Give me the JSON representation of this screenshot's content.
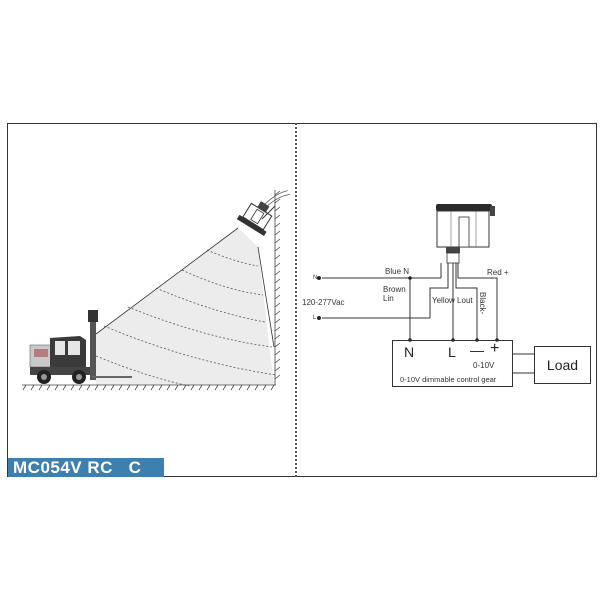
{
  "model_tag": "MC054V RC   C",
  "colors": {
    "tag_background": "#3d7fae",
    "tag_text": "#ffffff",
    "line": "#333333",
    "beam_fill": "#e8e8e8"
  },
  "left_panel": {
    "scene": "high-bay sensor mounted on wall detecting forklift",
    "icons": [
      "motion-sensor-icon",
      "forklift-icon",
      "wall-hatch-icon",
      "ground-hatch-icon"
    ]
  },
  "wiring": {
    "supply_voltage": "120-277Vac",
    "terminal_n_label": "N",
    "terminal_l_label": "L",
    "wires": {
      "blue": "Blue N",
      "brown": "Brown\nLin",
      "brown_line1": "Brown",
      "brown_line2": "Lin",
      "yellow": "Yellow Lout",
      "black": "Black-",
      "red": "Red +"
    },
    "control_gear": {
      "label": "0-10V dimmable control gear",
      "terminals": [
        "N",
        "L",
        "—",
        "+"
      ],
      "dim_label": "0-10V"
    },
    "load_label": "Load"
  }
}
